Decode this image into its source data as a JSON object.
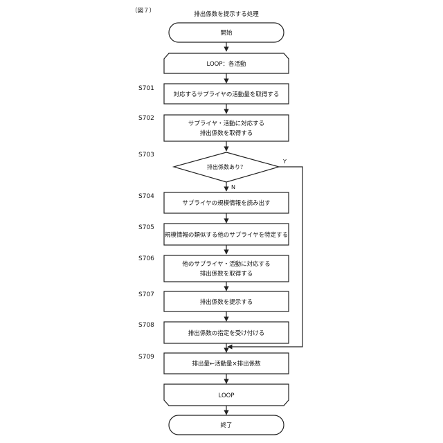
{
  "figure_label": "（図７）",
  "title": "排出係数を提示する処理",
  "nodes": {
    "start": "開始",
    "loop_start": "LOOP：各活動",
    "s701": "対応するサプライヤの活動量を取得する",
    "s702_line1": "サプライヤ・活動に対応する",
    "s702_line2": "排出係数を取得する",
    "s703": "排出係数あり？",
    "s704": "サプライヤの規模情報を読み出す",
    "s705": "規模情報の類似する他のサプライヤを特定する",
    "s706_line1": "他のサプライヤ・活動に対応する",
    "s706_line2": "排出係数を取得する",
    "s707": "排出係数を提示する",
    "s708": "排出係数の指定を受け付ける",
    "s709": "排出量←活動量×排出係数",
    "loop_end": "LOOP",
    "end": "終了"
  },
  "step_labels": {
    "s701": "S701",
    "s702": "S702",
    "s703": "S703",
    "s704": "S704",
    "s705": "S705",
    "s706": "S706",
    "s707": "S707",
    "s708": "S708",
    "s709": "S709"
  },
  "branch_labels": {
    "yes": "Y",
    "no": "N"
  }
}
